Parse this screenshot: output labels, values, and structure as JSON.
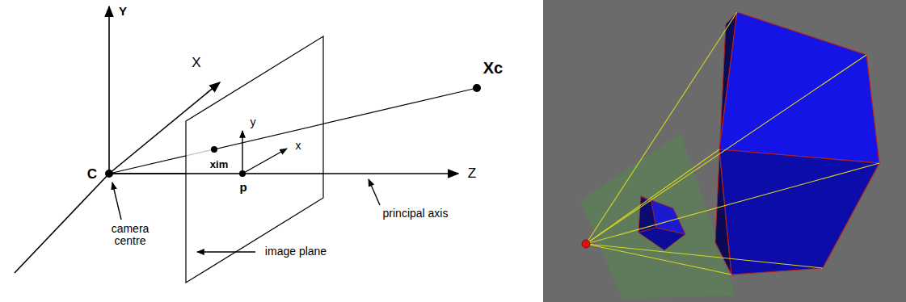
{
  "diagram": {
    "labels": [
      "Y",
      "X",
      "Z",
      "C",
      "Xc",
      "xim",
      "y",
      "x",
      "p",
      "camera centre",
      "image plane",
      "principal axis"
    ]
  }
}
